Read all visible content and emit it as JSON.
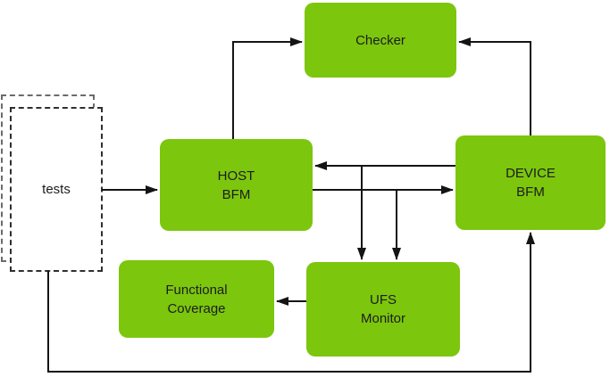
{
  "diagram": {
    "type": "block-diagram",
    "description": "UFS verification testbench block diagram"
  },
  "nodes": {
    "checker": {
      "label": "Checker"
    },
    "tests": {
      "label": "tests"
    },
    "host_bfm": {
      "label": "HOST\nBFM"
    },
    "device_bfm": {
      "label": "DEVICE\nBFM"
    },
    "functional_coverage": {
      "label": "Functional\nCoverage"
    },
    "ufs_monitor": {
      "label": "UFS\nMonitor"
    }
  },
  "edges": [
    {
      "from": "tests",
      "to": "host_bfm",
      "arrow": "into host_bfm left side"
    },
    {
      "from": "host_bfm",
      "to": "checker",
      "arrow": "up then right into checker left side"
    },
    {
      "from": "device_bfm",
      "to": "checker",
      "arrow": "up then left into checker right side"
    },
    {
      "from": "device_bfm",
      "to": "host_bfm",
      "arrow": "horizontal, into host_bfm right side"
    },
    {
      "from": "host_bfm",
      "to": "device_bfm",
      "arrow": "horizontal, into device_bfm left side"
    },
    {
      "from": "device_to_host_line",
      "to": "ufs_monitor",
      "arrow": "vertical drop onto ufs_monitor top"
    },
    {
      "from": "host_to_device_line",
      "to": "ufs_monitor",
      "arrow": "vertical drop onto ufs_monitor top"
    },
    {
      "from": "ufs_monitor",
      "to": "functional_coverage",
      "arrow": "horizontal, into functional_coverage right side"
    },
    {
      "from": "tests",
      "to": "device_bfm",
      "arrow": "down, across bottom, up into device_bfm bottom"
    }
  ],
  "colors": {
    "node_fill": "#7cc60e",
    "wire_color": "#141414",
    "text_color": "#1c1c1c",
    "dash_front": "#2f2f2f",
    "dash_back": "#6b6b6b",
    "bg": "#ffffff"
  }
}
